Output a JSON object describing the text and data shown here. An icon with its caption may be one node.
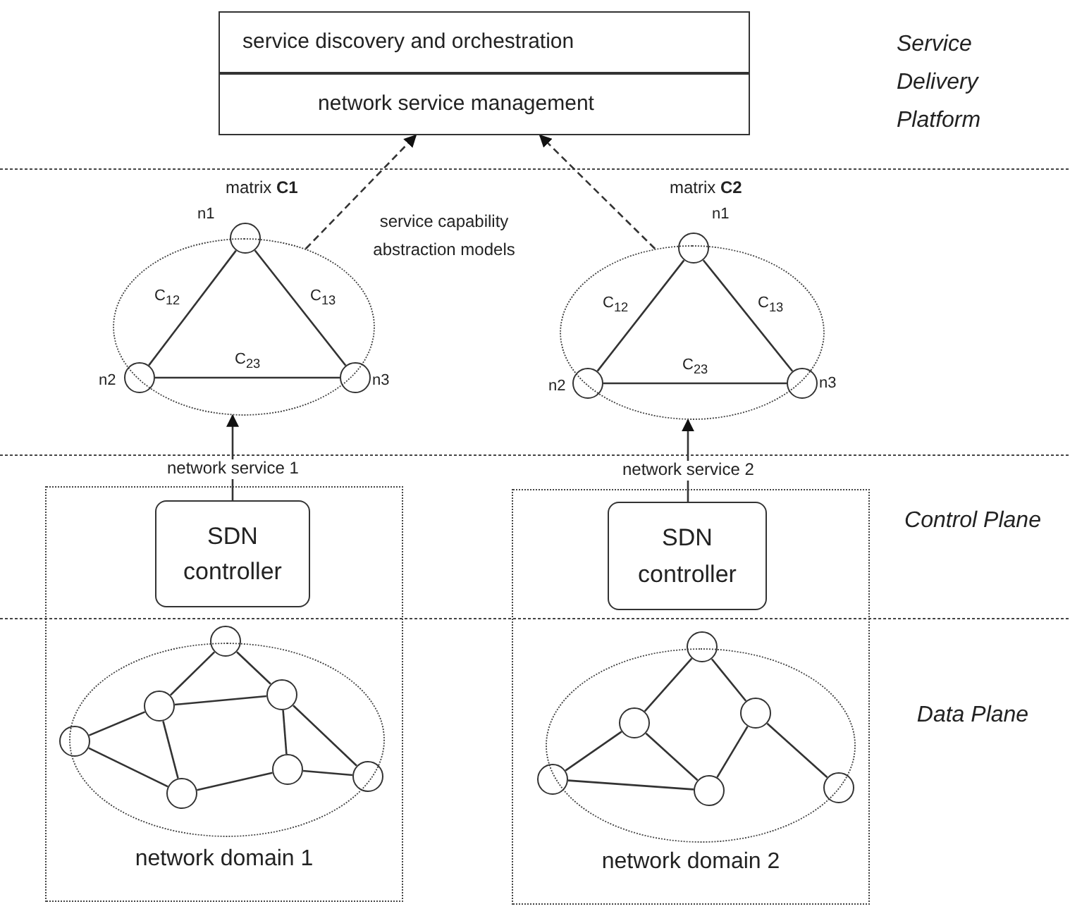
{
  "diagram": {
    "nodes": [
      {
        "text": [
          "service discovery and orchestration"
        ]
      },
      {
        "text": [
          "network service management"
        ]
      },
      {
        "text": [],
        "shape": "ellipse",
        "beside": [
          "matrix **C1**"
        ]
      },
      {
        "text": [],
        "shape": "circle",
        "beside": [
          "n1"
        ],
        "in": 2
      },
      {
        "text": [],
        "shape": "circle",
        "in": 2
      },
      {
        "text": [],
        "shape": "circle",
        "beside": [
          "n3"
        ],
        "in": 2
      },
      {
        "text": [],
        "shape": "ellipse",
        "beside": [
          "matrix **C2**"
        ]
      },
      {
        "text": [],
        "shape": "circle",
        "beside": [
          "n1"
        ],
        "in": 6
      },
      {
        "text": [],
        "shape": "circle",
        "in": 6
      },
      {
        "text": [],
        "shape": "circle",
        "beside": [
          "n3"
        ],
        "in": 6
      },
      {
        "text": [
          "network domain 1"
        ]
      },
      {
        "text": [
          "SDN controller"
        ],
        "in": 10
      },
      {
        "text": [],
        "shape": "ellipse",
        "in": 10
      },
      {
        "text": [],
        "shape": "circle",
        "in": 12
      },
      {
        "text": [],
        "shape": "circle",
        "in": 12
      },
      {
        "text": [],
        "shape": "circle",
        "in": 12
      },
      {
        "text": [],
        "shape": "circle",
        "in": 12
      },
      {
        "text": [],
        "shape": "circle",
        "in": 12
      },
      {
        "text": [],
        "shape": "circle",
        "in": 12
      },
      {
        "text": [],
        "shape": "circle",
        "in": 12
      },
      {
        "text": [
          "network domain 2"
        ]
      },
      {
        "text": [
          "SDN controller"
        ],
        "in": 20
      },
      {
        "text": [],
        "shape": "ellipse",
        "in": 20
      },
      {
        "text": [],
        "shape": "circle",
        "in": 22
      },
      {
        "text": [],
        "shape": "circle",
        "in": 22
      },
      {
        "text": [],
        "shape": "circle",
        "in": 22
      },
      {
        "text": [],
        "shape": "circle",
        "in": 22
      },
      {
        "text": [],
        "shape": "circle",
        "in": 22
      },
      {
        "text": [],
        "shape": "circle",
        "in": 22
      }
    ],
    "edges": [
      {
        "from": 2,
        "to": 1,
        "arrow": "to",
        "style": "dashed"
      },
      {
        "from": 6,
        "to": 1,
        "arrow": "to",
        "style": "dashed"
      },
      {
        "from": 3,
        "to": 4,
        "arrow": "none",
        "label": "C$_{12}$"
      },
      {
        "from": 3,
        "to": 5,
        "arrow": "none",
        "label": "C$_{13}$"
      },
      {
        "from": 4,
        "to": 5,
        "arrow": "none",
        "label": "C$_{23}$"
      },
      {
        "from": 7,
        "to": 8,
        "arrow": "none",
        "label": "C$_{12}$"
      },
      {
        "from": 7,
        "to": 9,
        "arrow": "none",
        "label": "C$_{13}$"
      },
      {
        "from": 8,
        "to": 9,
        "arrow": "none",
        "label": "C$_{23}$"
      },
      {
        "from": 11,
        "to": 2,
        "arrow": "to",
        "label": "network service 1"
      },
      {
        "from": 21,
        "to": 6,
        "arrow": "to",
        "label": "network service 2"
      },
      {
        "from": 13,
        "to": 14,
        "arrow": "none"
      },
      {
        "from": 13,
        "to": 15,
        "arrow": "none"
      },
      {
        "from": 14,
        "to": 15,
        "arrow": "none"
      },
      {
        "from": 14,
        "to": 16,
        "arrow": "none"
      },
      {
        "from": 16,
        "to": 17,
        "arrow": "none"
      },
      {
        "from": 14,
        "to": 17,
        "arrow": "none"
      },
      {
        "from": 17,
        "to": 18,
        "arrow": "none"
      },
      {
        "from": 15,
        "to": 18,
        "arrow": "none"
      },
      {
        "from": 18,
        "to": 19,
        "arrow": "none"
      },
      {
        "from": 15,
        "to": 19,
        "arrow": "none"
      },
      {
        "from": 23,
        "to": 24,
        "arrow": "none"
      },
      {
        "from": 23,
        "to": 25,
        "arrow": "none"
      },
      {
        "from": 24,
        "to": 26,
        "arrow": "none"
      },
      {
        "from": 24,
        "to": 27,
        "arrow": "none"
      },
      {
        "from": 26,
        "to": 27,
        "arrow": "none"
      },
      {
        "from": 25,
        "to": 27,
        "arrow": "none"
      },
      {
        "from": 25,
        "to": 28,
        "arrow": "none"
      }
    ],
    "labels": [
      "Service Delivery Platform",
      "service capability abstraction models",
      "n2",
      "n2",
      "Control Plane",
      "Data Plane"
    ]
  }
}
